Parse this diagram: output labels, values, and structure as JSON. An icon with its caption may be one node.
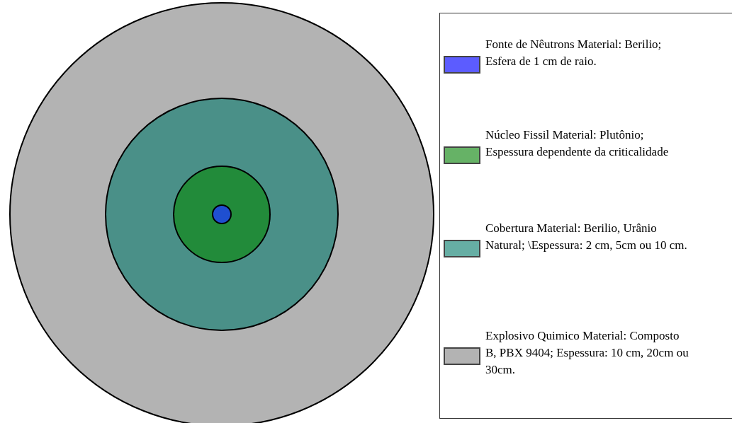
{
  "diagram": {
    "nodes": [
      {
        "text": [],
        "shape": "circle"
      },
      {
        "text": [],
        "shape": "circle",
        "in": 0
      },
      {
        "text": [],
        "shape": "circle",
        "in": 1
      },
      {
        "text": [],
        "shape": "circle",
        "in": 2
      }
    ],
    "legend": [
      {
        "text": "Fonte de Nêutrons Material: Berilio; Esfera de 1 cm de raio.",
        "color": "#5c5cff"
      },
      {
        "text": "Núcleo Fissil Material: Plutônio; Espessura dependente da criticalidade",
        "color": "#66b266"
      },
      {
        "text": "Cobertura Material: Berilio, Urânio Natural; \\Espessura: 2 cm, 5cm ou 10 cm.",
        "color": "#66aea4"
      },
      {
        "text": "Explosivo Quimico Material: Composto B, PBX 9404; Espessura: 10 cm, 20cm ou 30cm.",
        "color": "#b3b3b3"
      }
    ]
  }
}
